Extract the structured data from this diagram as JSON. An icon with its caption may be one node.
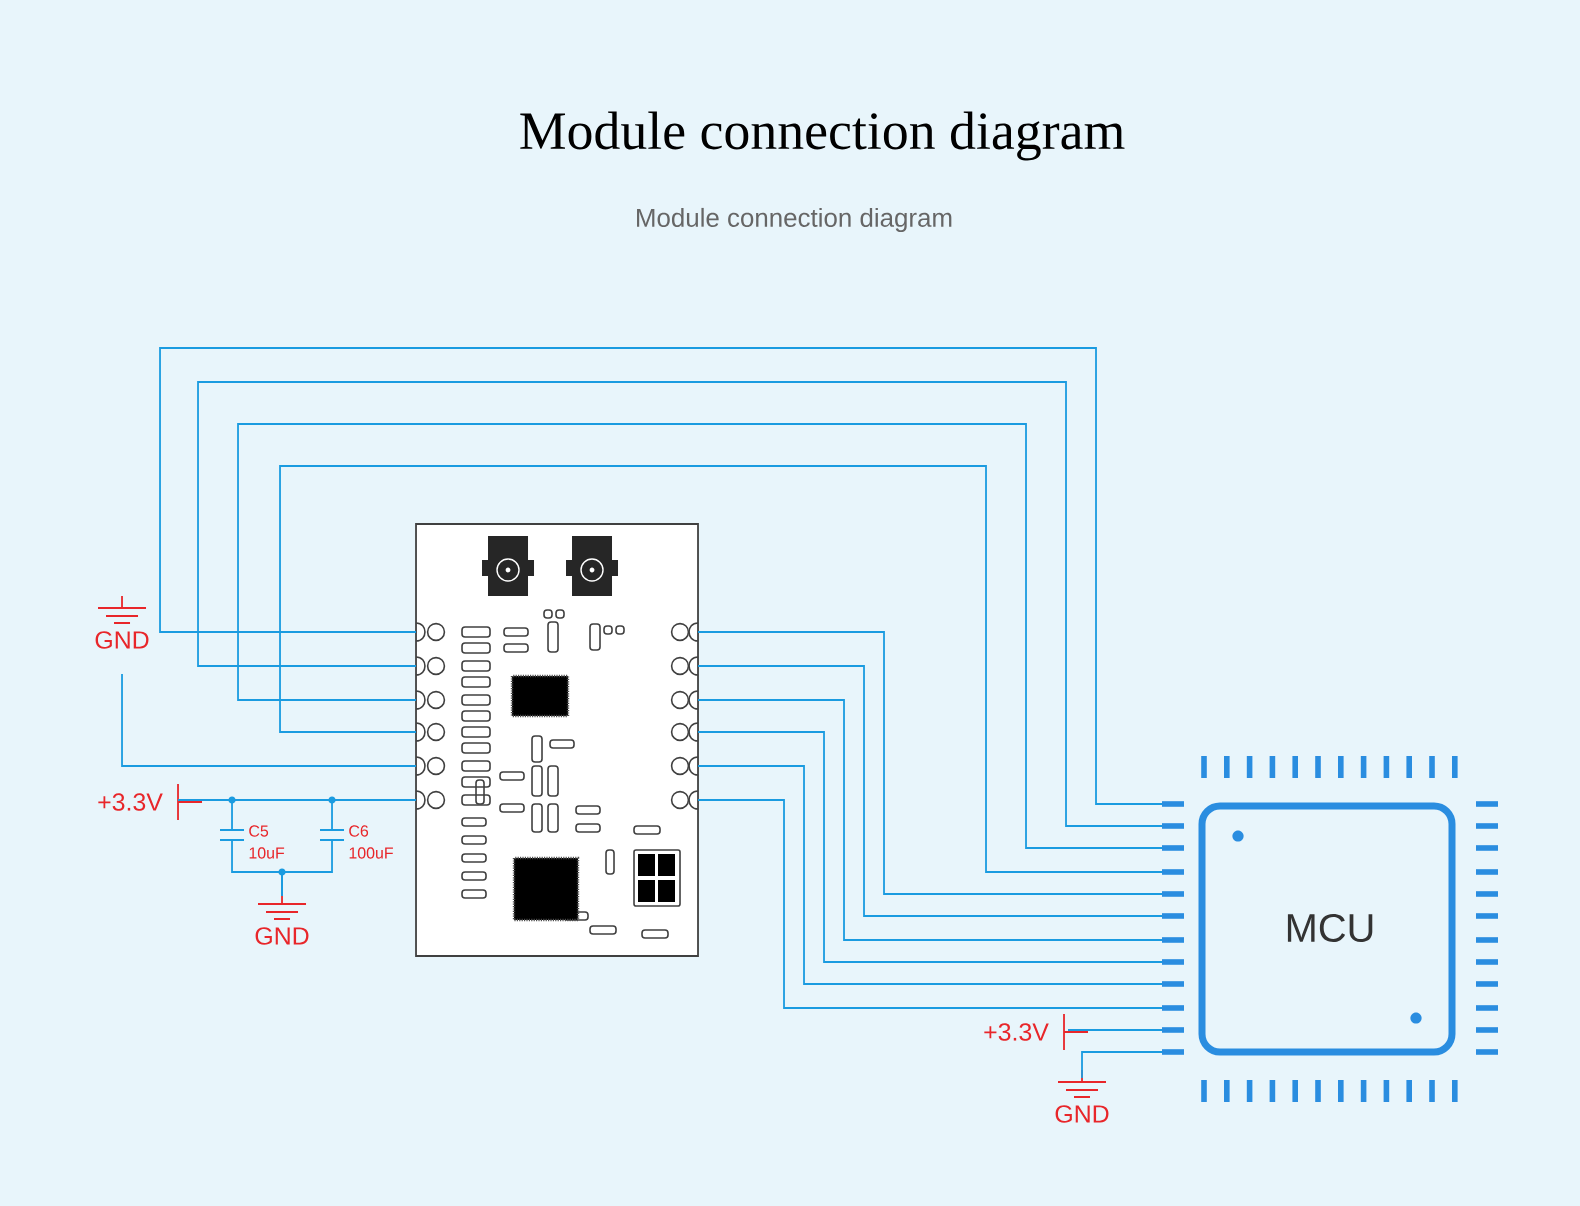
{
  "diagram": {
    "title": "Module connection diagram",
    "nodes": [
      {
        "text": [
          "GND"
        ]
      },
      {
        "text": [
          "+3.3V"
        ]
      },
      {
        "text": [],
        "shape": "capacitor",
        "beside": [
          "C5",
          "10uF"
        ]
      },
      {
        "text": [],
        "shape": "capacitor",
        "beside": [
          "C6",
          "100uF"
        ]
      },
      {
        "text": [
          "GND"
        ]
      },
      {
        "text": [],
        "shape": "picture"
      },
      {
        "text": [
          "MCU"
        ]
      },
      {
        "text": [
          "+3.3V"
        ]
      },
      {
        "text": [
          "GND"
        ]
      }
    ],
    "edges": [
      {
        "from": 5,
        "to": 6,
        "arrow": "none"
      },
      {
        "from": 5,
        "to": 6,
        "arrow": "none"
      },
      {
        "from": 5,
        "to": 6,
        "arrow": "none"
      },
      {
        "from": 5,
        "to": 6,
        "arrow": "none"
      },
      {
        "from": 5,
        "to": 6,
        "arrow": "none"
      },
      {
        "from": 5,
        "to": 6,
        "arrow": "none"
      },
      {
        "from": 5,
        "to": 6,
        "arrow": "none"
      },
      {
        "from": 5,
        "to": 6,
        "arrow": "none"
      },
      {
        "from": 5,
        "to": 6,
        "arrow": "none"
      },
      {
        "from": 5,
        "to": 6,
        "arrow": "none"
      },
      {
        "from": 0,
        "to": 5,
        "arrow": "none"
      },
      {
        "from": 1,
        "to": 5,
        "arrow": "none"
      },
      {
        "from": 1,
        "to": 2,
        "arrow": "none"
      },
      {
        "from": 1,
        "to": 3,
        "arrow": "none"
      },
      {
        "from": 2,
        "to": 4,
        "arrow": "none"
      },
      {
        "from": 3,
        "to": 4,
        "arrow": "none"
      },
      {
        "from": 7,
        "to": 6,
        "arrow": "none"
      },
      {
        "from": 8,
        "to": 6,
        "arrow": "none"
      }
    ],
    "labels": [
      "Module connection diagram"
    ]
  }
}
